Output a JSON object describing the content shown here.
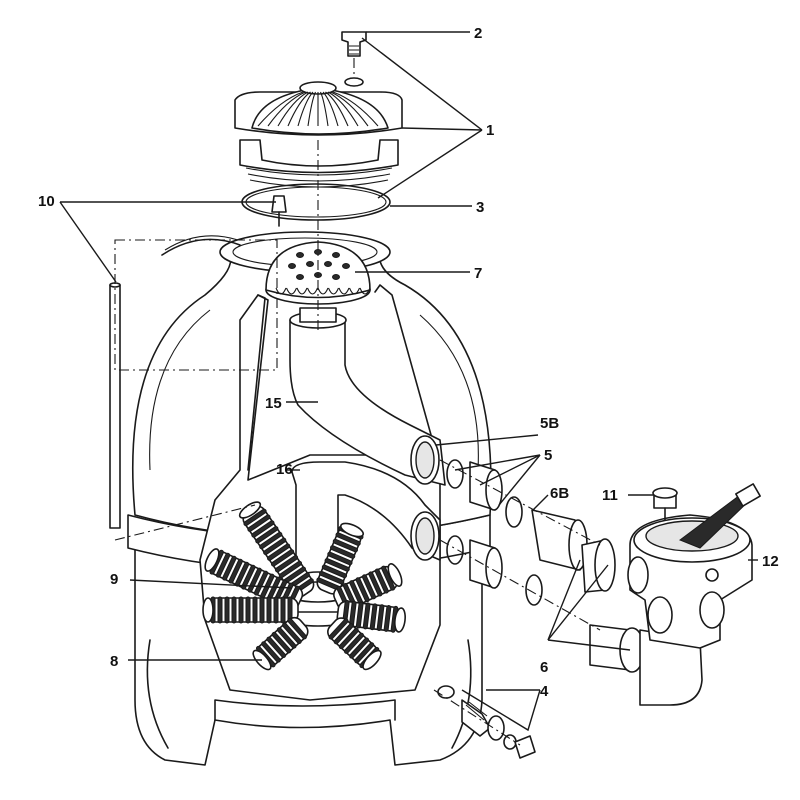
{
  "callouts": [
    {
      "id": "c2",
      "text": "2"
    },
    {
      "id": "c1",
      "text": "1"
    },
    {
      "id": "c3",
      "text": "3"
    },
    {
      "id": "c10",
      "text": "10"
    },
    {
      "id": "c7",
      "text": "7"
    },
    {
      "id": "c15",
      "text": "15"
    },
    {
      "id": "c5B",
      "text": "5B"
    },
    {
      "id": "c5",
      "text": "5"
    },
    {
      "id": "c16",
      "text": "16"
    },
    {
      "id": "c6B",
      "text": "6B"
    },
    {
      "id": "c11",
      "text": "11"
    },
    {
      "id": "c12",
      "text": "12"
    },
    {
      "id": "c9",
      "text": "9"
    },
    {
      "id": "c8",
      "text": "8"
    },
    {
      "id": "c4",
      "text": "4"
    },
    {
      "id": "c6",
      "text": "6"
    }
  ],
  "colors": {
    "line": "#1a1a1a",
    "background": "#ffffff",
    "shade": "#e6e6e6"
  }
}
